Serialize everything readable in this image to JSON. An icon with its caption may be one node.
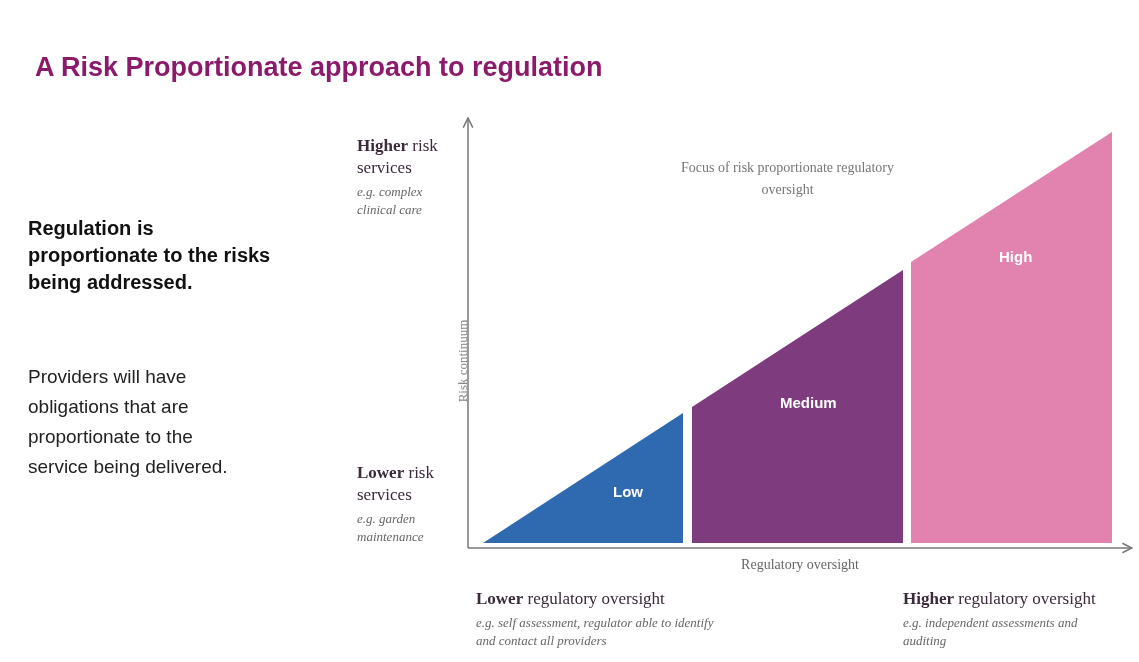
{
  "diagram": {
    "title": "A Risk Proportionate approach to regulation",
    "nodes": [
      {
        "text": [
          "Low"
        ]
      },
      {
        "text": [
          "Medium"
        ]
      },
      {
        "text": [
          "High"
        ]
      }
    ],
    "labels": [
      "**Higher** risk services",
      "e.g. complex clinical care",
      "Focus of risk proportionate regulatory oversight",
      "Regulation is proportionate to the risks being addressed.",
      "Risk continuum",
      "Providers will have obligations that are proportionate to the service being delivered.",
      "**Lower** risk services",
      "e.g. garden maintenance",
      "Regulatory oversight",
      "**Lower** regulatory oversight",
      "e.g. self assessment, regulator able to identify and contact all providers",
      "**Higher** regulatory oversight",
      "e.g. independent assessments and auditing"
    ]
  }
}
